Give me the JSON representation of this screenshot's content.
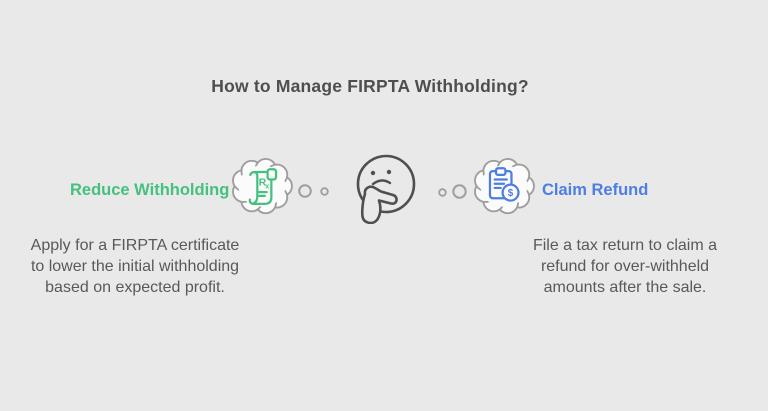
{
  "page": {
    "title": "How to Manage FIRPTA Withholding?"
  },
  "colors": {
    "background": "#e9e9e9",
    "green_accent": "#44c17e",
    "blue_accent": "#4c7ee3",
    "title_text": "#4e4e4e",
    "body_text": "#595959",
    "cloud_outline": "#9e9e9e",
    "cloud_fill": "#fbfbfb",
    "face_outline": "#4f4f4f"
  },
  "icons": {
    "left_bubble": "prescription-certificate-icon",
    "center": "thinking-face-icon",
    "right_bubble": "refund-clipboard-dollar-icon",
    "connectors": "thought-dots"
  },
  "options": {
    "reduce": {
      "label": "Reduce Withholding",
      "description_lines": [
        "Apply for a FIRPTA certificate",
        "to lower the initial withholding",
        "based on expected profit."
      ]
    },
    "claim": {
      "label": "Claim Refund",
      "description_lines": [
        "File a tax return to claim a",
        "refund for over-withheld",
        "amounts after the sale."
      ]
    }
  }
}
